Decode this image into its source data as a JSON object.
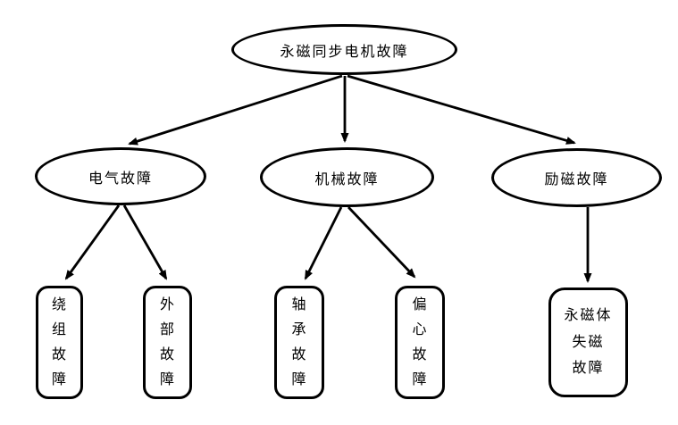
{
  "diagram": {
    "type": "fault-tree",
    "background": "#ffffff",
    "stroke_color": "#000000",
    "text_color": "#000000"
  },
  "nodes": {
    "root": {
      "label": "永磁同步电机故障",
      "shape": "ellipse",
      "level": 1
    },
    "electrical": {
      "label": "电气故障",
      "shape": "ellipse",
      "level": 2
    },
    "mechanical": {
      "label": "机械故障",
      "shape": "ellipse",
      "level": 2
    },
    "excitation": {
      "label": "励磁故障",
      "shape": "ellipse",
      "level": 2
    },
    "winding": {
      "label": "绕组故障",
      "display": "绕\n组\n故\n障",
      "shape": "rounded-rect",
      "level": 3
    },
    "external": {
      "label": "外部故障",
      "display": "外\n部\n故\n障",
      "shape": "rounded-rect",
      "level": 3
    },
    "bearing": {
      "label": "轴承故障",
      "display": "轴\n承\n故\n障",
      "shape": "rounded-rect",
      "level": 3
    },
    "eccentricity": {
      "label": "偏心故障",
      "display": "偏\n心\n故\n障",
      "shape": "rounded-rect",
      "level": 3
    },
    "demagnetization": {
      "label": "永磁体失磁故障",
      "display": "永磁体\n失磁\n故障",
      "shape": "rounded-rect",
      "level": 3
    }
  },
  "edges": [
    {
      "from": "root",
      "to": "electrical"
    },
    {
      "from": "root",
      "to": "mechanical"
    },
    {
      "from": "root",
      "to": "excitation"
    },
    {
      "from": "electrical",
      "to": "winding"
    },
    {
      "from": "electrical",
      "to": "external"
    },
    {
      "from": "mechanical",
      "to": "bearing"
    },
    {
      "from": "mechanical",
      "to": "eccentricity"
    },
    {
      "from": "excitation",
      "to": "demagnetization"
    }
  ]
}
